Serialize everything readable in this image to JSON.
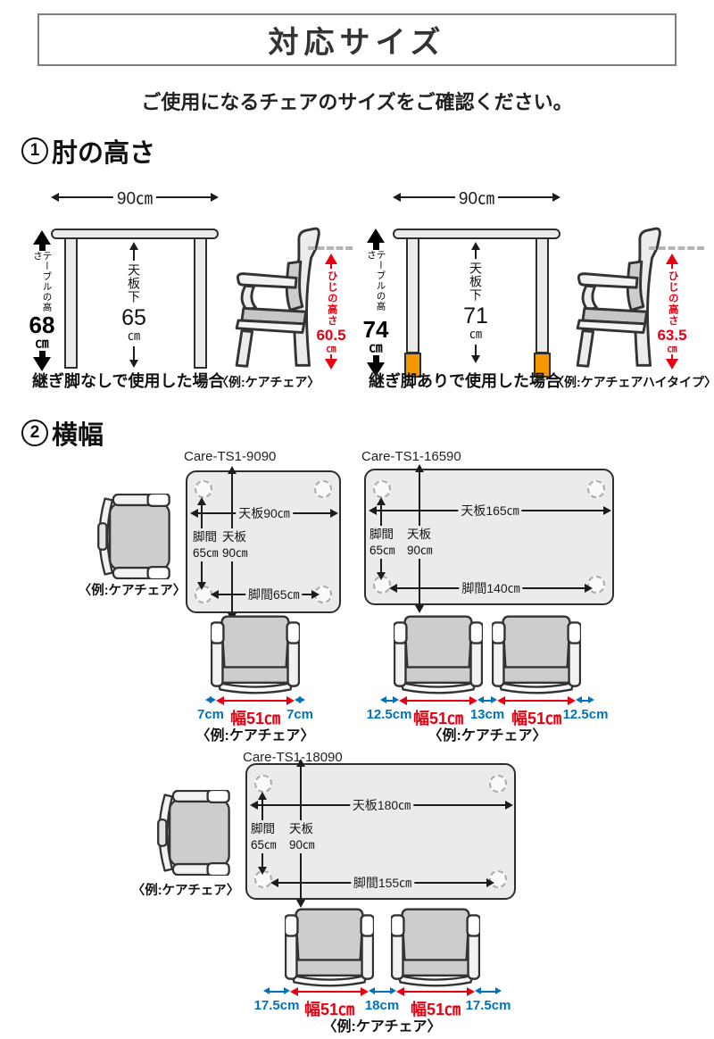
{
  "colors": {
    "red": "#e60012",
    "blue": "#0072bc",
    "orange": "#f39800"
  },
  "header": {
    "title": "対応サイズ",
    "subtitle": "ご使用になるチェアのサイズをご確認ください。"
  },
  "section1": {
    "number": "1",
    "title": "肘の高さ",
    "diagrams": [
      {
        "width_label": "90㎝",
        "height_label": "テーブルの高さ",
        "height_value": "68",
        "height_unit": "㎝",
        "clearance_label": "天板下",
        "clearance_value": "65",
        "clearance_unit": "㎝",
        "elbow_label": "ひじの高さ",
        "elbow_value": "60.5",
        "elbow_unit": "㎝",
        "caption": "継ぎ脚なしで使用した場合",
        "example": "〈例:ケアチェア〉"
      },
      {
        "width_label": "90㎝",
        "height_label": "テーブルの高さ",
        "height_value": "74",
        "height_unit": "㎝",
        "clearance_label": "天板下",
        "clearance_value": "71",
        "clearance_unit": "㎝",
        "elbow_label": "ひじの高さ",
        "elbow_value": "63.5",
        "elbow_unit": "㎝",
        "caption": "継ぎ脚ありで使用した場合",
        "example": "〈例:ケアチェアハイタイプ〉"
      }
    ]
  },
  "section2": {
    "number": "2",
    "title": "横幅",
    "tables": [
      {
        "model": "Care-TS1-9090",
        "top_width": "天板90㎝",
        "leg_label": "脚間",
        "leg_value": "65㎝",
        "depth_label": "天板",
        "depth_value": "90㎝",
        "leg_span": "脚間65㎝"
      },
      {
        "model": "Care-TS1-16590",
        "top_width": "天板165㎝",
        "leg_label": "脚間",
        "leg_value": "65㎝",
        "depth_label": "天板",
        "depth_value": "90㎝",
        "leg_span": "脚間140㎝"
      },
      {
        "model": "Care-TS1-18090",
        "top_width": "天板180㎝",
        "leg_label": "脚間",
        "leg_value": "65㎝",
        "depth_label": "天板",
        "depth_value": "90㎝",
        "leg_span": "脚間155㎝"
      }
    ],
    "side_examples": [
      "〈例:ケアチェア〉",
      "〈例:ケアチェア〉"
    ],
    "rows": [
      {
        "segments": [
          {
            "label": "7cm"
          },
          {
            "label": "幅51㎝"
          },
          {
            "label": "7cm"
          }
        ],
        "caption": "〈例:ケアチェア〉"
      },
      {
        "segments": [
          {
            "label": "12.5cm"
          },
          {
            "label": "幅51㎝"
          },
          {
            "label": "13cm"
          },
          {
            "label": "幅51㎝"
          },
          {
            "label": "12.5cm"
          }
        ],
        "caption": "〈例:ケアチェア〉"
      },
      {
        "segments": [
          {
            "label": "17.5cm"
          },
          {
            "label": "幅51㎝"
          },
          {
            "label": "18cm"
          },
          {
            "label": "幅51㎝"
          },
          {
            "label": "17.5cm"
          }
        ],
        "caption": "〈例:ケアチェア〉"
      }
    ]
  }
}
